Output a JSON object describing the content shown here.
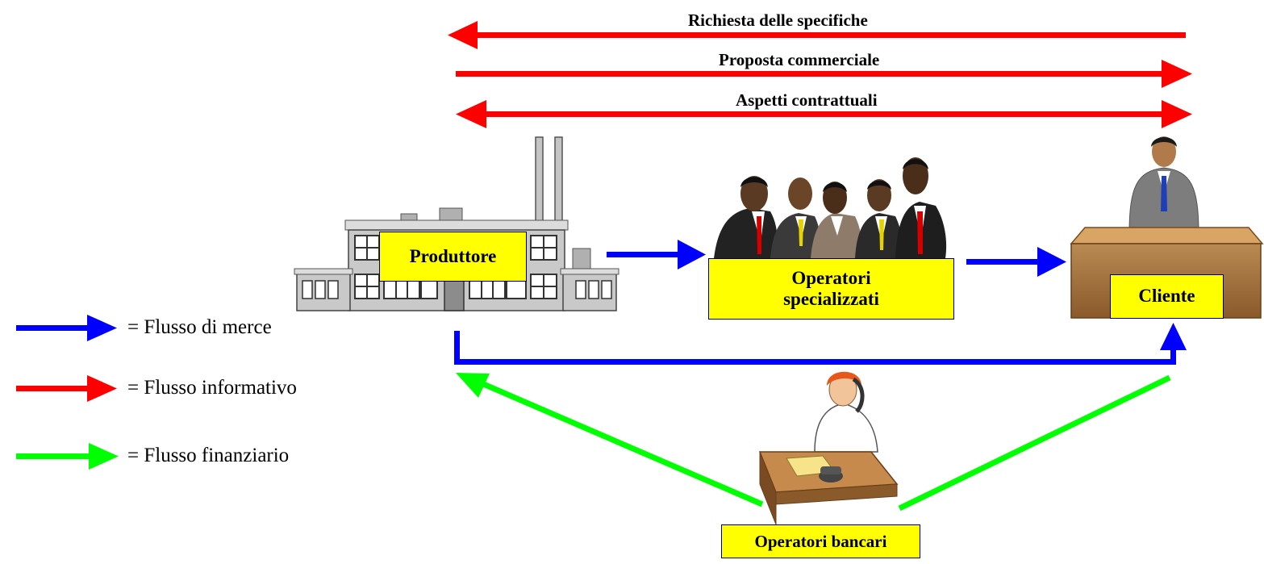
{
  "colors": {
    "merce": "#0000ff",
    "informativo": "#ff0000",
    "finanziario": "#00ff00",
    "node_fill": "#ffff00"
  },
  "flows_top": [
    {
      "label": "Richiesta delle specifiche"
    },
    {
      "label": "Proposta commerciale"
    },
    {
      "label": "Aspetti contrattuali"
    }
  ],
  "nodes": {
    "produttore": "Produttore",
    "operatori_specializzati": "Operatori\nspecializzati",
    "cliente": "Cliente",
    "operatori_bancari": "Operatori bancari"
  },
  "legend": [
    {
      "text": "=  Flusso di merce",
      "color": "#0000ff"
    },
    {
      "text": "=  Flusso informativo",
      "color": "#ff0000"
    },
    {
      "text": "=  Flusso finanziario",
      "color": "#00ff00"
    }
  ],
  "icons": [
    "factory-icon",
    "business-people-icon",
    "person-at-desk-icon",
    "bank-operator-phone-icon"
  ]
}
